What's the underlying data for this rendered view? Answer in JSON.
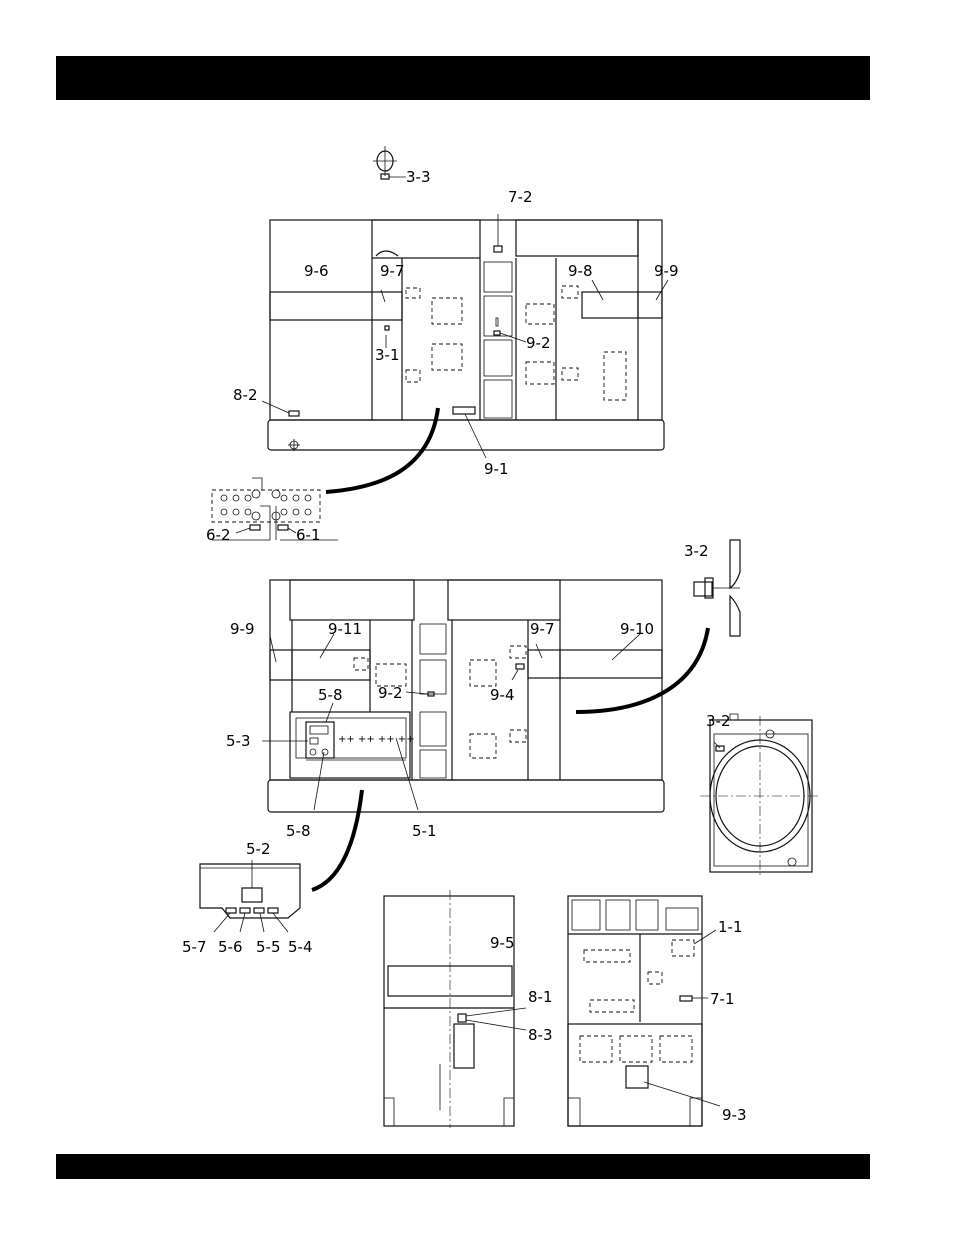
{
  "header": {
    "title": ""
  },
  "footer": {
    "text": ""
  },
  "callouts": {
    "c3_3": "3-3",
    "c7_2": "7-2",
    "c9_6": "9-6",
    "c9_7a": "9-7",
    "c9_8": "9-8",
    "c9_9a": "9-9",
    "c3_1": "3-1",
    "c9_2a": "9-2",
    "c8_2": "8-2",
    "c9_1": "9-1",
    "c6_2": "6-2",
    "c6_1": "6-1",
    "c3_2a": "3-2",
    "c9_9b": "9-9",
    "c9_11": "9-11",
    "c9_7b": "9-7",
    "c9_10": "9-10",
    "c5_8a": "5-8",
    "c9_2b": "9-2",
    "c9_4": "9-4",
    "c5_3": "5-3",
    "c3_2b": "3-2",
    "c5_8b": "5-8",
    "c5_1": "5-1",
    "c5_2": "5-2",
    "c5_7": "5-7",
    "c5_6": "5-6",
    "c5_5": "5-5",
    "c5_4": "5-4",
    "c9_5": "9-5",
    "c1_1": "1-1",
    "c8_1": "8-1",
    "c7_1": "7-1",
    "c8_3": "8-3",
    "c9_3": "9-3"
  }
}
